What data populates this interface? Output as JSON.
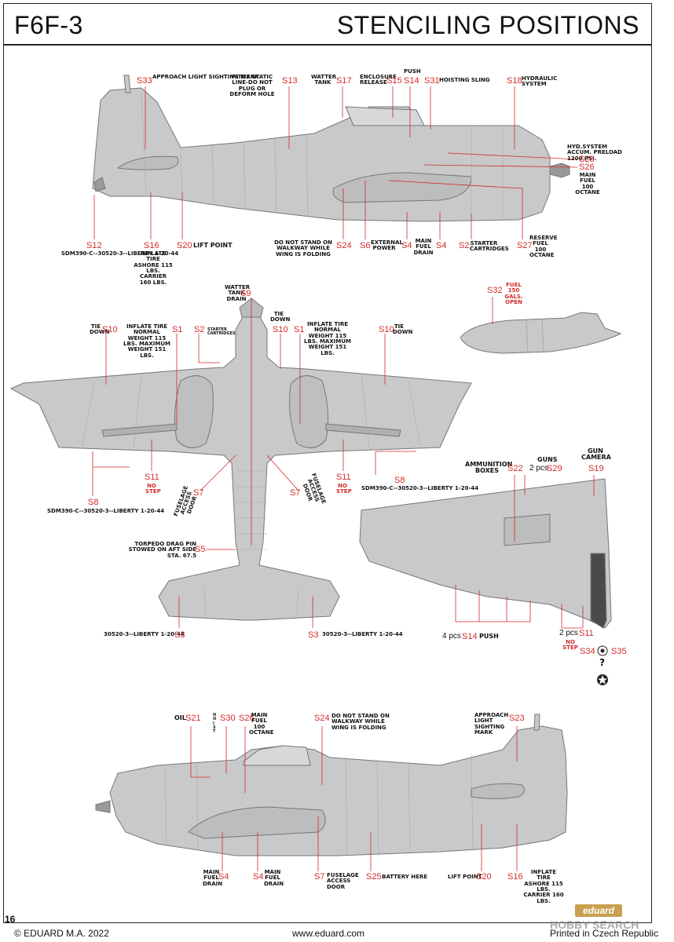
{
  "header": {
    "left_title": "F6F-3",
    "right_title": "STENCILING POSITIONS"
  },
  "footer": {
    "copyright": "© EDUARD M.A. 2022",
    "url": "www.eduard.com",
    "printed": "Printed in Czech Republic",
    "page": "16",
    "logo": "eduard",
    "watermark": "HOBBY SEARCH"
  },
  "colors": {
    "aircraft": "#c9c9c9",
    "outline": "#777777",
    "accent": "#d42a2a",
    "walkway": "#4a4a4a"
  },
  "side_top": {
    "s33": {
      "code": "S33",
      "text": "APPROACH LIGHT SIGHTING MARK"
    },
    "s13": {
      "code": "S13",
      "text": "PITOT STATIC LINE-DO NOT PLUG OR DEFORM HOLE"
    },
    "s17": {
      "code": "S17",
      "text": "WATTER TANK"
    },
    "s15": {
      "code": "S15",
      "text": "ENCLOSURE RELEASE"
    },
    "s14": {
      "code": "S14",
      "text": "PUSH"
    },
    "s31": {
      "code": "S31",
      "text": "HOISTING SLING"
    },
    "s18": {
      "code": "S18",
      "text": "HYDRAULIC SYSTEM"
    },
    "s28": {
      "code": "S28",
      "text": "HYD.SYSTEM ACCUM. PRELOAD 1200 PSI."
    },
    "s26": {
      "code": "S26",
      "text": "MAIN FUEL 100 OCTANE"
    },
    "s12": {
      "code": "S12",
      "text": "SDM390-C--30520-3--LIBERTY 1-20-44"
    },
    "s16": {
      "code": "S16",
      "text": "INFLATE TIRE ASHORE 115 LBS. CARRIER 160 LBS."
    },
    "s20": {
      "code": "S20",
      "text": "LIFT POINT"
    },
    "s24": {
      "code": "S24",
      "text": "DO NOT STAND ON WALKWAY WHILE WING IS FOLDING"
    },
    "s6": {
      "code": "S6",
      "text": "EXTERNAL POWER"
    },
    "s4a": {
      "code": "S4"
    },
    "s4b": {
      "code": "S4",
      "text": "MAIN FUEL DRAIN"
    },
    "s2": {
      "code": "S2",
      "text": "STARTER CARTRIDGES"
    },
    "s27": {
      "code": "S27",
      "text": "RESERVE FUEL 100 OCTANE"
    }
  },
  "top_view": {
    "s9": {
      "code": "S9",
      "text": "WATTER TANK DRAIN"
    },
    "s10a": {
      "code": "S10",
      "text": "TIE DOWN"
    },
    "s1a": {
      "code": "S1",
      "text": "INFLATE TIRE NORMAL WEIGHT 115 LBS. MAXIMUM WEIGHT 151 LBS."
    },
    "s2": {
      "code": "S2",
      "text": "STARTER CARTRIDGES"
    },
    "s10b": {
      "code": "S10",
      "text": "TIE DOWN"
    },
    "s1b": {
      "code": "S1",
      "text": "INFLATE TIRE NORMAL WEIGHT 115 LBS. MAXIMUM WEIGHT 151 LBS."
    },
    "s10c": {
      "code": "S10",
      "text": "TIE DOWN"
    },
    "s11a": {
      "code": "S11",
      "text": "NO STEP"
    },
    "s11b": {
      "code": "S11",
      "text": "NO STEP"
    },
    "s7a": {
      "code": "S7",
      "text": "FUSELAGE ACCESS DOOR"
    },
    "s7b": {
      "code": "S7",
      "text": "FUSELAGE ACCESS DOOR"
    },
    "s8a": {
      "code": "S8",
      "text": "SDM390-C--30520-3--LIBERTY 1-20-44"
    },
    "s8b": {
      "code": "S8",
      "text": "SDM390-C--30520-3--LIBERTY 1-20-44"
    },
    "s5": {
      "code": "S5",
      "text": "TORPEDO DRAG PIN STOWED ON AFT SIDE STA. 67.5"
    },
    "s3a": {
      "code": "S3",
      "text": "30520-3--LIBERTY 1-20-44"
    },
    "s3b": {
      "code": "S3",
      "text": "30520-3--LIBERTY 1-20-44"
    }
  },
  "tank": {
    "s32": {
      "code": "S32",
      "text": "FUEL 150 GALS. OPEN"
    }
  },
  "wing": {
    "s22": {
      "code": "S22",
      "text": "AMMUNITION BOXES"
    },
    "s29": {
      "code": "S29",
      "text": "GUNS",
      "qty": "2 pcs"
    },
    "s19": {
      "code": "S19",
      "text": "GUN CAMERA"
    },
    "s14": {
      "code": "S14",
      "text": "PUSH",
      "qty": "4 pcs"
    },
    "s11": {
      "code": "S11",
      "text": "NO STEP",
      "qty": "2 pcs"
    },
    "s34": {
      "code": "S34"
    },
    "s35": {
      "code": "S35"
    },
    "question": "?"
  },
  "side_bottom": {
    "s21": {
      "code": "S21",
      "text": "OIL"
    },
    "s30": {
      "code": "S30",
      "text": "HOIST"
    },
    "s26": {
      "code": "S26",
      "text": "MAIN FUEL 100 OCTANE"
    },
    "s24": {
      "code": "S24",
      "text": "DO NOT STAND ON WALKWAY WHILE WING IS FOLDING"
    },
    "s23": {
      "code": "S23",
      "text": "APPROACH LIGHT SIGHTING MARK"
    },
    "s4a": {
      "code": "S4",
      "text": "MAIN FUEL DRAIN"
    },
    "s4b": {
      "code": "S4",
      "text": "MAIN FUEL DRAIN"
    },
    "s7": {
      "code": "S7",
      "text": "FUSELAGE ACCESS DOOR"
    },
    "s25": {
      "code": "S25",
      "text": "BATTERY HERE"
    },
    "s20": {
      "code": "S20",
      "text": "LIFT POINT"
    },
    "s16": {
      "code": "S16",
      "text": "INFLATE TIRE ASHORE 115 LBS. CARRIER 160 LBS."
    }
  }
}
